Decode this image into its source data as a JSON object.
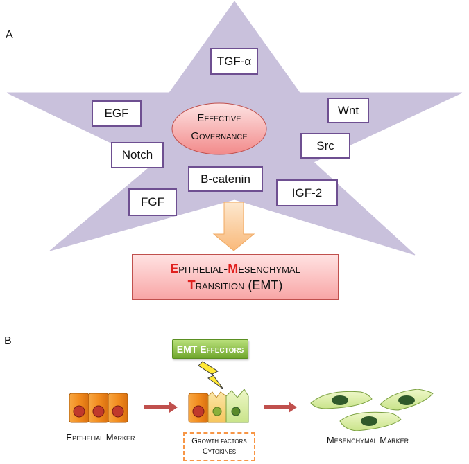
{
  "panel_a": {
    "letter": "A",
    "center_label_line1": "Effective",
    "center_label_line2": "Governance",
    "factors": {
      "tgf": "TGF-α",
      "egf": "EGF",
      "wnt": "Wnt",
      "notch": "Notch",
      "src": "Src",
      "bcat": "B-catenin",
      "fgf": "FGF",
      "igf": "IGF-2"
    },
    "emt": {
      "line1_first": "E",
      "line1_mid": "pithelial-",
      "line1_m": "M",
      "line1_rest": "esenchymal",
      "line2_first": "T",
      "line2_rest": "ransition (EMT)"
    }
  },
  "panel_b": {
    "letter": "B",
    "effectors": "EMT Effectors",
    "epithelial": "Epithelial Marker",
    "mesenchymal": "Mesenchymal Marker",
    "gf_line1": "Growth factors",
    "gf_line2": "Cytokines"
  },
  "colors": {
    "star": "#c9c1dc",
    "factor_border": "#6e4f91",
    "ellipse": "#f4a0a0",
    "arrow": "#fcd5a8",
    "emt_box": "#f8b4b4",
    "cell_orange": "#f28c1e",
    "mesenchymal_cell": "#c9e48a",
    "nucleus_red": "#c0392b",
    "nucleus_green": "#2f5a2a",
    "small_arrow": "#c0504d"
  }
}
